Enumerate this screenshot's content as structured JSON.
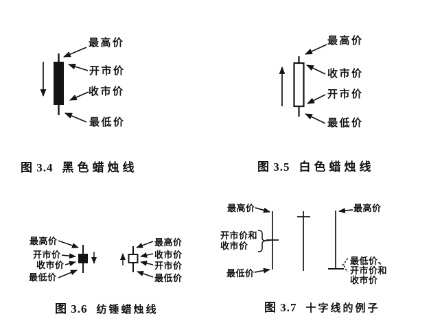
{
  "page": {
    "ink": "#141414",
    "paper": "#ffffff"
  },
  "fig34": {
    "caption_no": "图 3.4",
    "caption_title": "黑色蜡烛线",
    "label_high": "最高价",
    "label_open": "开市价",
    "label_close": "收市价",
    "label_low": "最低价"
  },
  "fig35": {
    "caption_no": "图 3.5",
    "caption_title": "白色蜡烛线",
    "label_high": "最高价",
    "label_close": "收市价",
    "label_open": "开市价",
    "label_low": "最低价"
  },
  "fig36": {
    "caption_no": "图 3.6",
    "caption_title": "纺锤蜡烛线",
    "black": {
      "label_high": "最高价",
      "label_open": "开市价",
      "label_close": "收市价",
      "label_low": "最低价"
    },
    "white": {
      "label_high": "最高价",
      "label_close": "收市价",
      "label_open": "开市价",
      "label_low": "最低价"
    }
  },
  "fig37": {
    "caption_no": "图 3.7",
    "caption_title": "十字线的例子",
    "doji1": {
      "label_high": "最高价",
      "label_open_close_line1": "开市价和",
      "label_open_close_line2": "收市价",
      "label_low": "最低价"
    },
    "doji3": {
      "label_high": "最高价",
      "label_combo_line1": "最低价、",
      "label_combo_line2": "开市价和",
      "label_combo_line3": "收市价"
    }
  }
}
